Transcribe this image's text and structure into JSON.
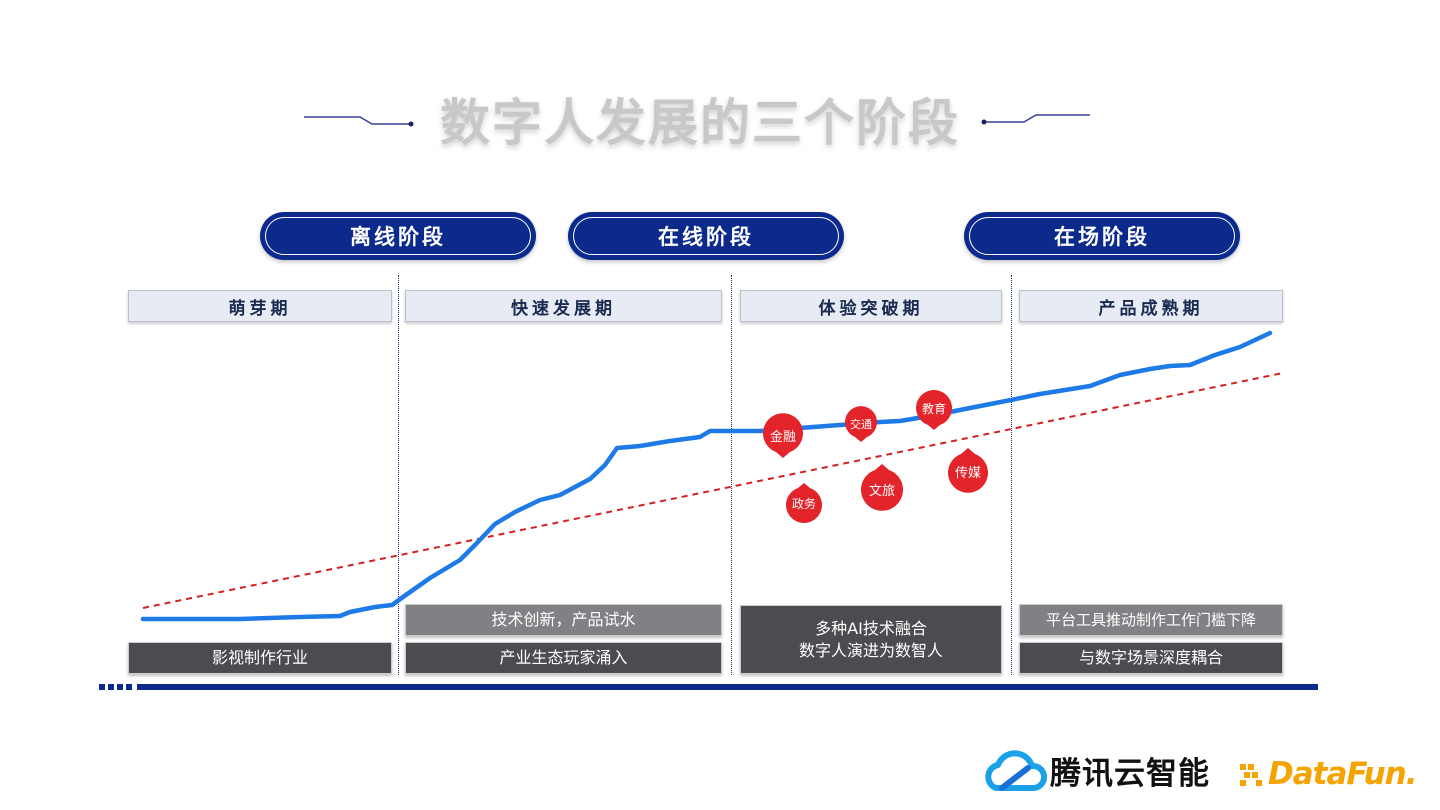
{
  "title": "数字人发展的三个阶段",
  "stages": [
    "离线阶段",
    "在线阶段",
    "在场阶段"
  ],
  "periods": [
    "萌芽期",
    "快速发展期",
    "体验突破期",
    "产品成熟期"
  ],
  "descriptions": {
    "p1_bottom": "影视制作行业",
    "p2_top": "技术创新，产品试水",
    "p2_bottom": "产业生态玩家涌入",
    "p3_line1": "多种AI技术融合",
    "p3_line2": "数字人演进为数智人",
    "p4_top": "平台工具推动制作工作门槛下降",
    "p4_bottom": "与数字场景深度耦合"
  },
  "markers": [
    "金融",
    "交通",
    "教育",
    "政务",
    "文旅",
    "传媒"
  ],
  "colors": {
    "primary": "#0b2a8c",
    "curve": "#1e7ae6",
    "trend": "#d42020",
    "marker": "#e3242b",
    "dark_box": "#4b4c50",
    "mid_box": "#808184"
  },
  "logos": {
    "tencent": "腾讯云智能",
    "datafun": "DataFun."
  }
}
